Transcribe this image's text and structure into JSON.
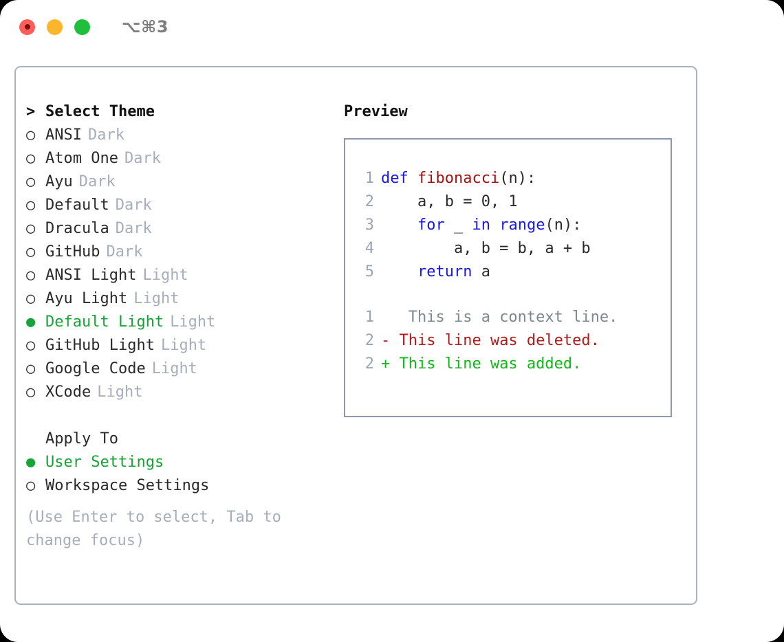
{
  "titlebar": {
    "shortcut": "⌥⌘3",
    "buttons": [
      {
        "name": "close",
        "color": "#fc5f58"
      },
      {
        "name": "minimize",
        "color": "#fdb62c"
      },
      {
        "name": "zoom",
        "color": "#1fbf3c"
      }
    ]
  },
  "theme_picker": {
    "heading": "Select Theme",
    "caret": ">",
    "radio_unselected": "○",
    "radio_selected": "●",
    "items": [
      {
        "label": "ANSI",
        "category": "Dark",
        "selected": false
      },
      {
        "label": "Atom One",
        "category": "Dark",
        "selected": false
      },
      {
        "label": "Ayu",
        "category": "Dark",
        "selected": false
      },
      {
        "label": "Default",
        "category": "Dark",
        "selected": false
      },
      {
        "label": "Dracula",
        "category": "Dark",
        "selected": false
      },
      {
        "label": "GitHub",
        "category": "Dark",
        "selected": false
      },
      {
        "label": "ANSI Light",
        "category": "Light",
        "selected": false
      },
      {
        "label": "Ayu Light",
        "category": "Light",
        "selected": false
      },
      {
        "label": "Default Light",
        "category": "Light",
        "selected": true
      },
      {
        "label": "GitHub Light",
        "category": "Light",
        "selected": false
      },
      {
        "label": "Google Code",
        "category": "Light",
        "selected": false
      },
      {
        "label": "XCode",
        "category": "Light",
        "selected": false
      }
    ]
  },
  "apply_to": {
    "heading": "Apply To",
    "items": [
      {
        "label": "User Settings",
        "selected": true
      },
      {
        "label": "Workspace Settings",
        "selected": false
      }
    ]
  },
  "hint": "(Use Enter to select, Tab to change focus)",
  "preview": {
    "title": "Preview",
    "code_lines": [
      {
        "num": "1",
        "tokens": [
          {
            "t": "def",
            "c": "kw"
          },
          {
            "t": " ",
            "c": "plain"
          },
          {
            "t": "fibonacci",
            "c": "fn"
          },
          {
            "t": "(n):",
            "c": "plain"
          }
        ]
      },
      {
        "num": "2",
        "tokens": [
          {
            "t": "    a, b = 0, 1",
            "c": "plain"
          }
        ]
      },
      {
        "num": "3",
        "tokens": [
          {
            "t": "    ",
            "c": "plain"
          },
          {
            "t": "for",
            "c": "kw"
          },
          {
            "t": " _ ",
            "c": "plain"
          },
          {
            "t": "in",
            "c": "kw"
          },
          {
            "t": " ",
            "c": "plain"
          },
          {
            "t": "range",
            "c": "kw"
          },
          {
            "t": "(n):",
            "c": "plain"
          }
        ]
      },
      {
        "num": "4",
        "tokens": [
          {
            "t": "        a, b = b, a + b",
            "c": "plain"
          }
        ]
      },
      {
        "num": "5",
        "tokens": [
          {
            "t": "    ",
            "c": "plain"
          },
          {
            "t": "return",
            "c": "kw"
          },
          {
            "t": " a",
            "c": "plain"
          }
        ]
      }
    ],
    "diff_lines": [
      {
        "num": "1",
        "marker": " ",
        "text": "  This is a context line.",
        "kind": "ctx"
      },
      {
        "num": "2",
        "marker": "-",
        "text": " This line was deleted.",
        "kind": "del"
      },
      {
        "num": "2",
        "marker": "+",
        "text": " This line was added.",
        "kind": "add"
      }
    ]
  },
  "colors": {
    "accent_green": "#17a437",
    "muted": "#a6aebc",
    "keyword_blue": "#1817e8",
    "function_red": "#a51111",
    "diff_delete": "#b11b1b",
    "diff_add": "#10b818",
    "panel_border": "#aab2c0",
    "preview_border": "#8d99ab"
  }
}
